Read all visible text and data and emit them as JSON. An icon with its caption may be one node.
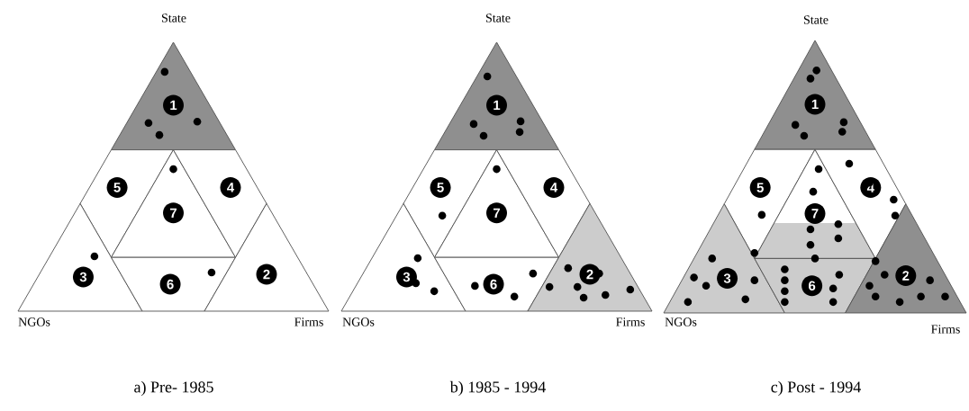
{
  "diagram": {
    "nodes": [
      {
        "text": [
          "1"
        ]
      },
      {
        "text": [
          "5"
        ]
      },
      {
        "text": [
          "7"
        ]
      },
      {
        "text": [
          "4"
        ]
      },
      {
        "text": [
          "3"
        ]
      },
      {
        "text": [
          "6"
        ]
      },
      {
        "text": [
          "2"
        ]
      },
      {
        "text": [
          "1"
        ]
      },
      {
        "text": [
          "5"
        ]
      },
      {
        "text": [
          "7"
        ]
      },
      {
        "text": [
          "4"
        ]
      },
      {
        "text": [
          "3"
        ]
      },
      {
        "text": [
          "6"
        ]
      },
      {
        "text": [
          "2"
        ]
      },
      {
        "text": [
          "1"
        ]
      },
      {
        "text": [
          "5"
        ]
      },
      {
        "text": [
          "7"
        ]
      },
      {
        "text": [
          "4"
        ]
      },
      {
        "text": [
          "3"
        ]
      },
      {
        "text": [
          "6"
        ]
      },
      {
        "text": [
          "2"
        ]
      }
    ],
    "labels": [
      "State",
      "State",
      "State",
      "NGOs",
      "Firms",
      "NGOs",
      "Firms",
      "NGOs",
      "Firms",
      "a) Pre- 1985",
      "b) 1985 - 1994",
      "c) Post - 1994"
    ]
  }
}
